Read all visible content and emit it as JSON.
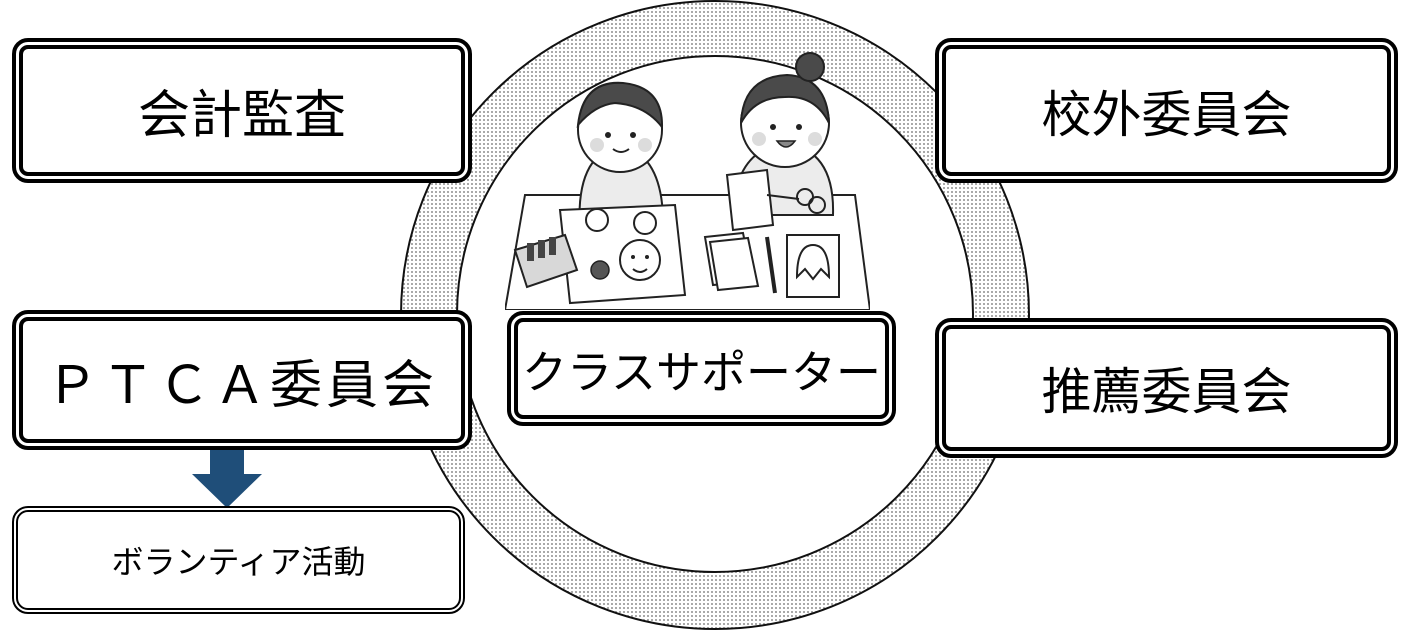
{
  "center_box": {
    "label": "クラスサポーター"
  },
  "boxes": {
    "top_left": "会計監査",
    "top_right": "校外委員会",
    "middle_left": "ＰＴＣＡ委員会",
    "middle_right": "推薦委員会",
    "bottom_left": "ボランティア活動"
  },
  "arrow": {
    "color": "#1f4e79",
    "direction": "down"
  },
  "illustration": {
    "subject": "two children doing crafts at a table"
  }
}
